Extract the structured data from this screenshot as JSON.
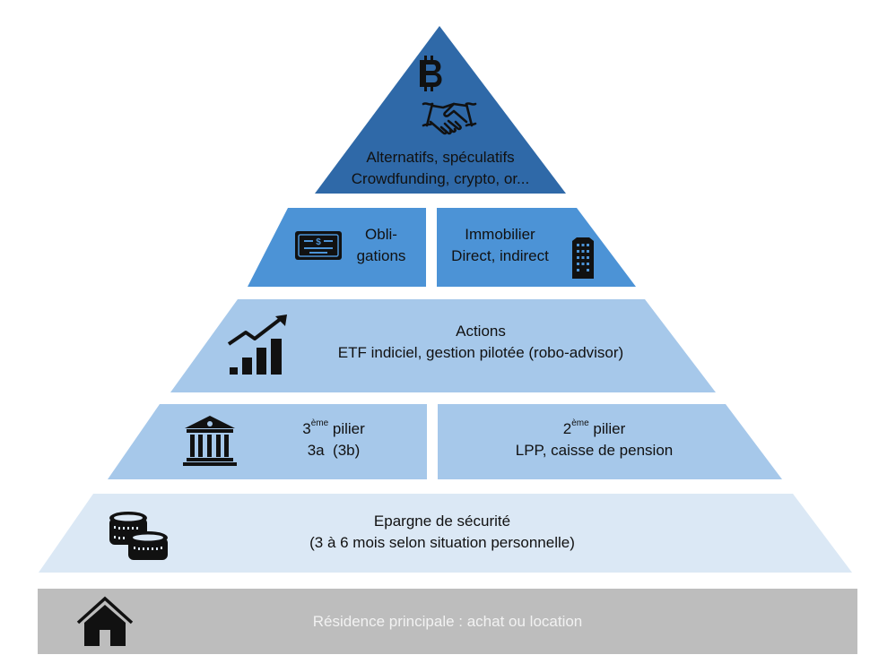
{
  "colors": {
    "top": "#2f69a8",
    "level2": "#4c93d6",
    "level3": "#a6c8ea",
    "level4": "#a6c8ea",
    "level5": "#dbe8f5",
    "base": "#bdbdbd",
    "text": "#111111",
    "base_text": "#f2f2f2"
  },
  "levels": {
    "top": {
      "icons": [
        "bitcoin-icon",
        "handshake-icon"
      ],
      "line1": "Alternatifs, spéculatifs",
      "line2": "Crowdfunding, crypto, or..."
    },
    "bonds": {
      "icon": "certificate-dollar-icon",
      "line1": "Obli-",
      "line2": "gations"
    },
    "real_estate": {
      "icon": "building-icon",
      "line1": "Immobilier",
      "line2": "Direct, indirect"
    },
    "stocks": {
      "icon": "growth-chart-icon",
      "line1": "Actions",
      "line2": "ETF indiciel, gestion pilotée (robo-advisor)"
    },
    "pillar3": {
      "icon": "bank-icon",
      "num": "3",
      "sup": "ème",
      "title_rest": " pilier",
      "line2": "3a  (3b)"
    },
    "pillar2": {
      "num": "2",
      "sup": "ème",
      "title_rest": " pilier",
      "line2": "LPP, caisse de pension"
    },
    "savings": {
      "icon": "coins-icon",
      "line1": "Epargne de sécurité",
      "line2": "(3 à 6 mois selon situation personnelle)"
    },
    "residence": {
      "icon": "house-icon",
      "line1": "Résidence principale : achat ou location"
    }
  }
}
